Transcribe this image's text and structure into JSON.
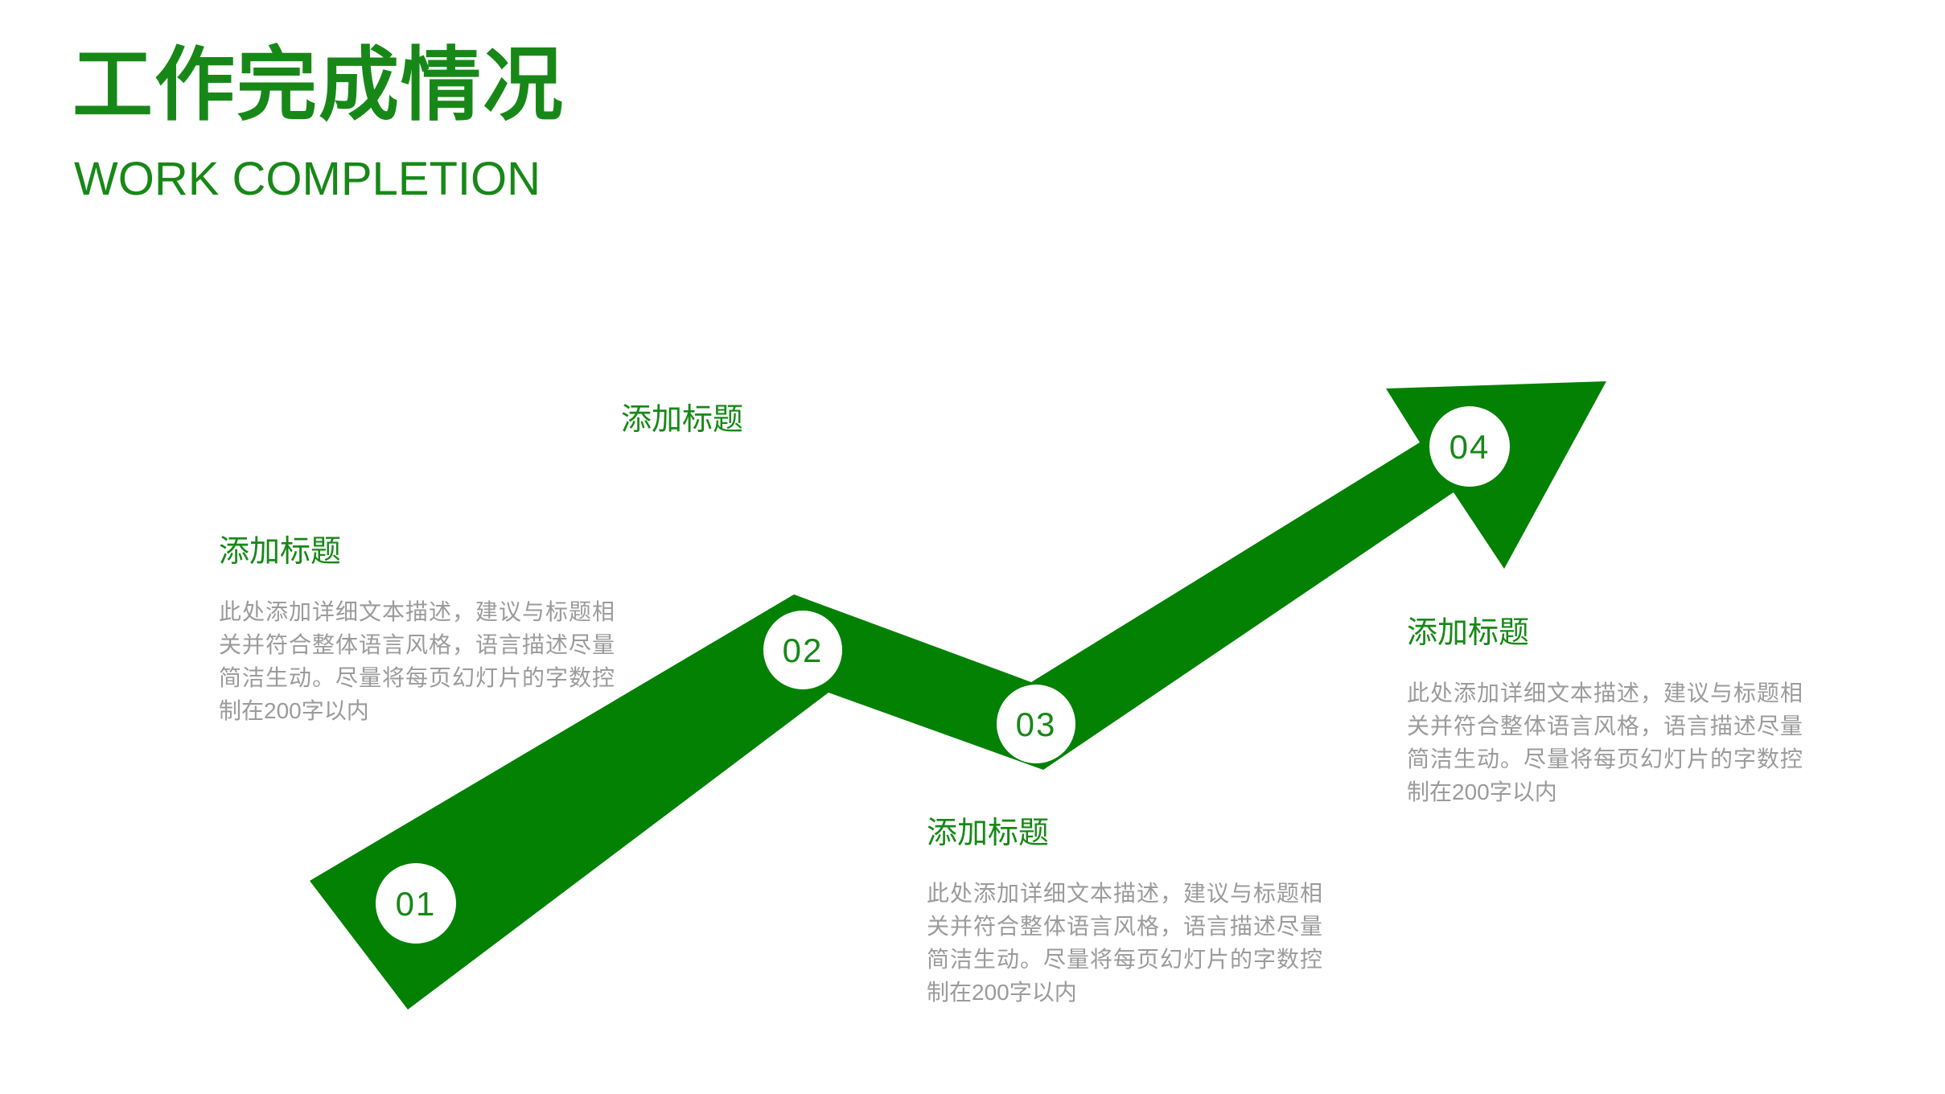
{
  "header": {
    "title": "工作完成情况",
    "subtitle": "WORK COMPLETION"
  },
  "colors": {
    "shape_green": "#028102",
    "text_green": "#178817",
    "body_gray": "#9b9b9b",
    "circle_fill": "#ffffff"
  },
  "diagram": {
    "type": "zigzag-growth-arrow",
    "description_labels": [
      "01",
      "02",
      "03",
      "04"
    ]
  },
  "steps": [
    {
      "number": "01",
      "label": "添加标题",
      "body": "此处添加详细文本描述，建议与标题相关并符合整体语言风格，语言描述尽量简洁生动。尽量将每页幻灯片的字数控制在200字以内"
    },
    {
      "number": "02",
      "label": "添加标题"
    },
    {
      "number": "03",
      "label": "添加标题",
      "body": "此处添加详细文本描述，建议与标题相关并符合整体语言风格，语言描述尽量简洁生动。尽量将每页幻灯片的字数控制在200字以内"
    },
    {
      "number": "04",
      "label": "添加标题",
      "body": "此处添加详细文本描述，建议与标题相关并符合整体语言风格，语言描述尽量简洁生动。尽量将每页幻灯片的字数控制在200字以内"
    }
  ]
}
